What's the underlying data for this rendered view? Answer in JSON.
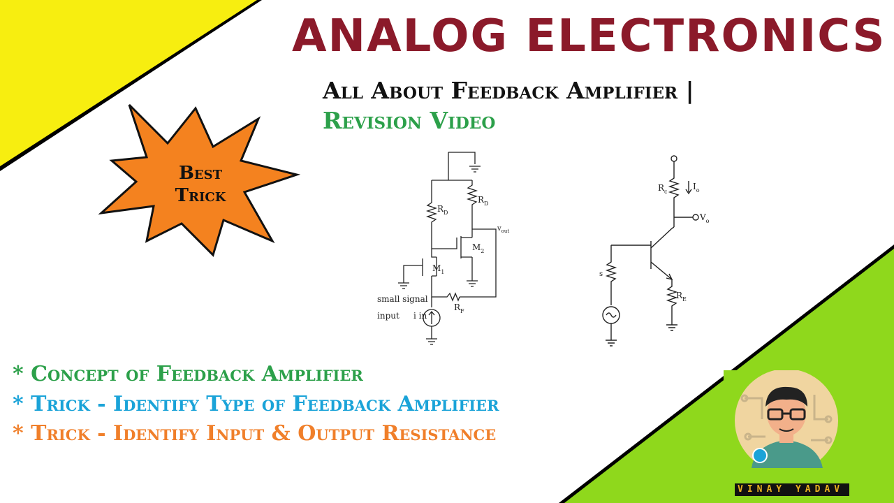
{
  "title": "ANALOG ELECTRONICS",
  "subtitle_line1": "All About Feedback Amplifier |",
  "subtitle_line2": "Revision Video",
  "badge": {
    "line1": "Best",
    "line2": "Trick"
  },
  "bullets": [
    "* Concept of Feedback Amplifier",
    "* Trick - Identify Type of Feedback Amplifier",
    "* Trick - Identify Input & Output Resistance"
  ],
  "circuit1": {
    "rd_left": "R",
    "rd_left_sub": "D",
    "rd_right": "R",
    "rd_right_sub": "D",
    "vout": "v",
    "vout_sub": "out",
    "m1": "M",
    "m1_sub": "1",
    "m2": "M",
    "m2_sub": "2",
    "rf": "R",
    "rf_sub": "F",
    "small_signal": "small signal",
    "input": "input",
    "iin": "i in"
  },
  "circuit2": {
    "rc": "R",
    "rc_sub": "c",
    "io": "I",
    "io_sub": "o",
    "vo": "V",
    "vo_sub": "o",
    "s": "s",
    "re": "R",
    "re_sub": "E"
  },
  "brand": "VINAY YADAV",
  "colors": {
    "title": "#8b1a2a",
    "yellow": "#f7ee10",
    "green": "#8fd81c",
    "star": "#f4821f",
    "bullet1": "#2ca04a",
    "bullet2": "#1aa3d8",
    "bullet3": "#f07f2a"
  }
}
